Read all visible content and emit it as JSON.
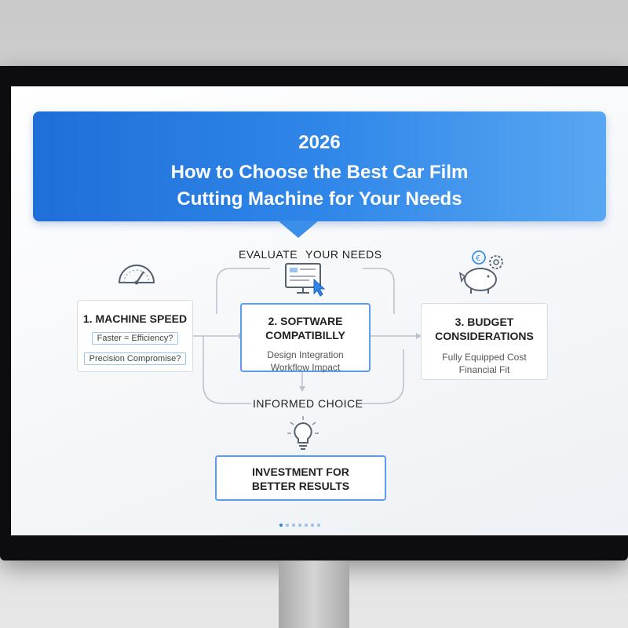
{
  "banner": {
    "year": "2026",
    "title_line1": "How to Choose the Best Car Film",
    "title_line2": "Cutting Machine for Your Needs"
  },
  "diagram": {
    "top_label": {
      "left": "EVALUATE",
      "right": "YOUR NEEDS"
    },
    "machine_speed": {
      "title": "1. MACHINE SPEED",
      "chips": [
        "Faster = Efficiency?",
        "Precision Compromise?"
      ]
    },
    "software": {
      "title_line1": "2. SOFTWARE",
      "title_line2": "COMPATIBILLY",
      "lines": [
        "Design Integration",
        "Workflow Impact"
      ]
    },
    "budget": {
      "title_line1": "3. BUDGET",
      "title_line2": "CONSIDERATIONS",
      "lines": [
        "Fully Equipped Cost",
        "Financial Fit"
      ]
    },
    "bottom_label": "INFORMED CHOICE",
    "result": {
      "line1": "INVESTMENT FOR",
      "line2": "BETTER RESULTS"
    }
  },
  "pagination": {
    "count": 7,
    "active_index": 0
  },
  "colors": {
    "accent": "#2f86e8",
    "box_border": "#5b9bea",
    "connector": "#b9c1cc"
  },
  "icons": [
    "speedometer-icon",
    "monitor-cursor-icon",
    "piggy-bank-gear-icon",
    "lightbulb-icon"
  ]
}
